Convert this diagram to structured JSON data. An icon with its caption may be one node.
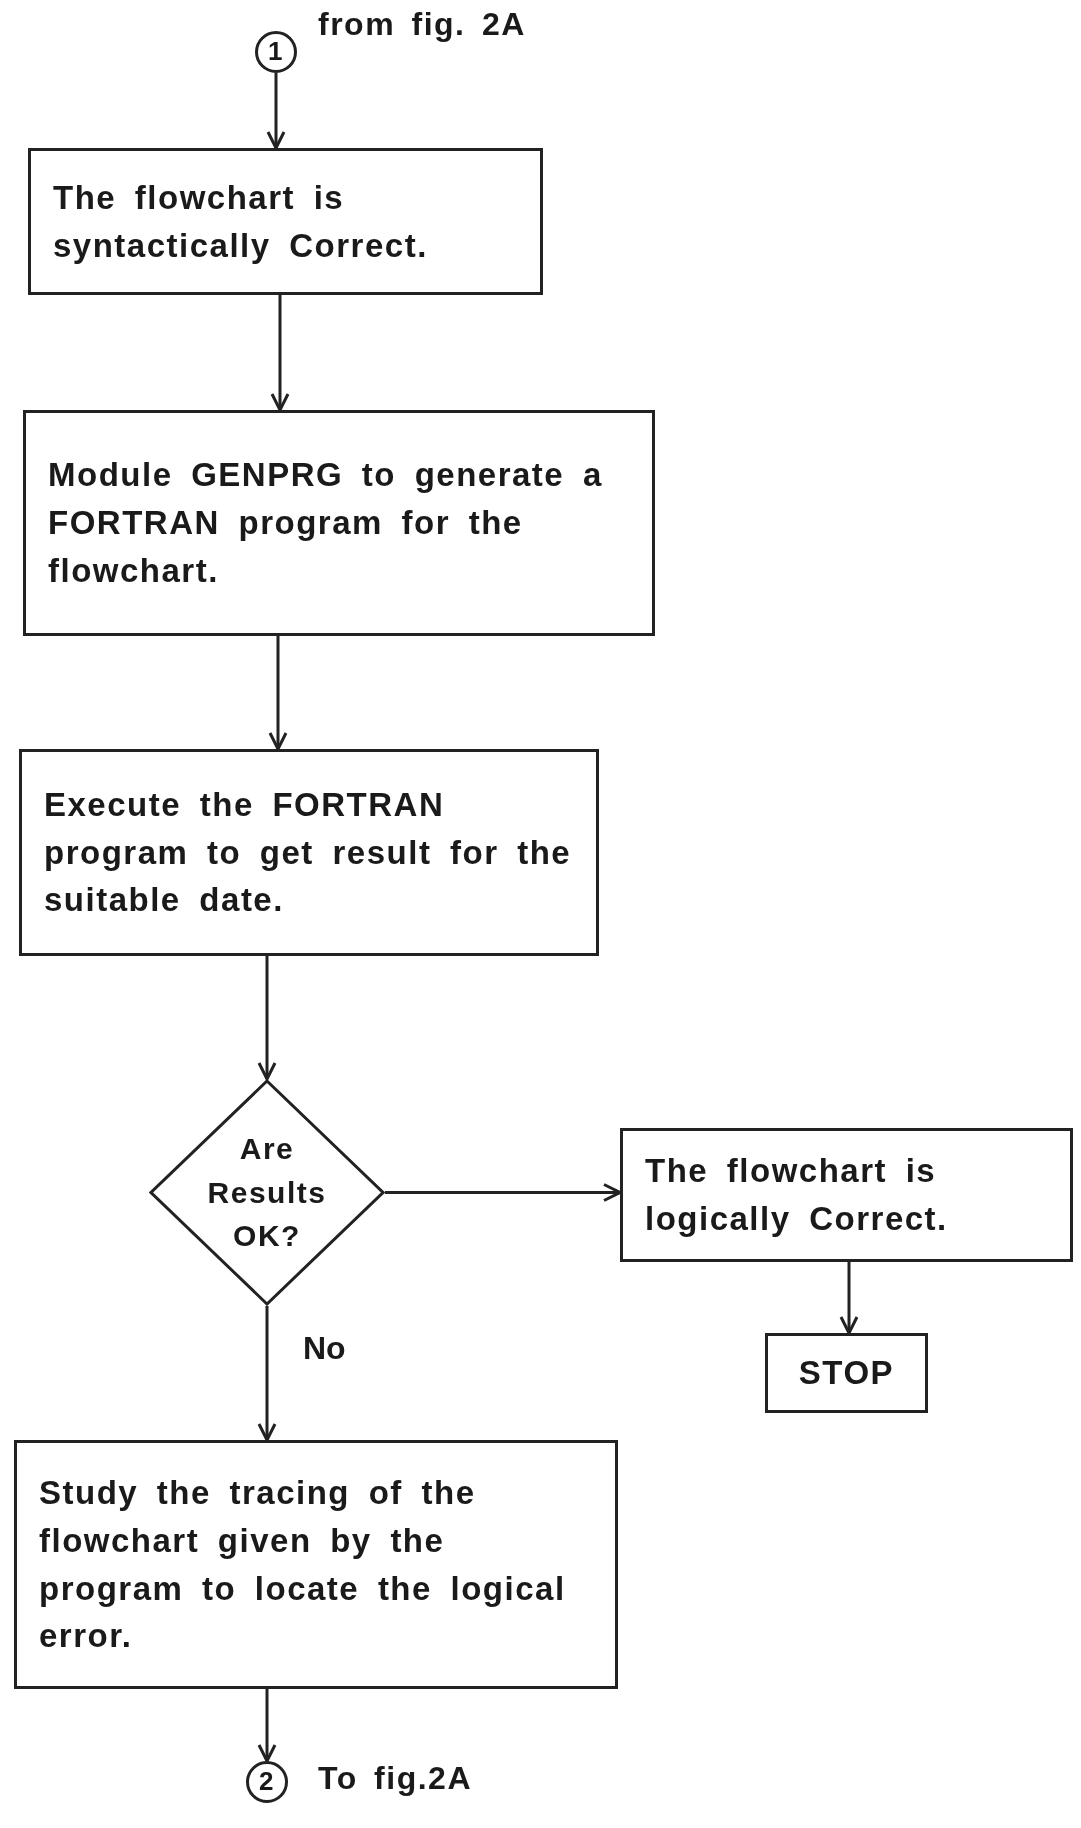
{
  "diagram": {
    "nodes": [
      {
        "text": [
          "1"
        ],
        "beside": [
          "from fig. 2A"
        ]
      },
      {
        "text": [
          "The flowchart is syntactically Correct."
        ]
      },
      {
        "text": [
          "Module GENPRG to generate a FORTRAN program for the flowchart."
        ]
      },
      {
        "text": [
          "Execute the FORTRAN program to get result for the suitable date."
        ]
      },
      {
        "text": [
          "Are Results OK?"
        ]
      },
      {
        "text": [
          "The flowchart is logically Correct."
        ]
      },
      {
        "text": [
          "STOP"
        ]
      },
      {
        "text": [
          "Study the tracing of the flowchart given by the program to locate the logical error."
        ]
      },
      {
        "text": [
          "2"
        ],
        "beside": [
          "To fig.2A"
        ]
      }
    ],
    "edges": [
      {
        "from": 0,
        "to": 1,
        "arrow": "to"
      },
      {
        "from": 1,
        "to": 2,
        "arrow": "to"
      },
      {
        "from": 2,
        "to": 3,
        "arrow": "to"
      },
      {
        "from": 3,
        "to": 4,
        "arrow": "to"
      },
      {
        "from": 4,
        "to": 5,
        "arrow": "to"
      },
      {
        "from": 5,
        "to": 6,
        "arrow": "to"
      },
      {
        "from": 4,
        "to": 7,
        "arrow": "to",
        "label": "No"
      },
      {
        "from": 7,
        "to": 8,
        "arrow": "to"
      }
    ]
  }
}
